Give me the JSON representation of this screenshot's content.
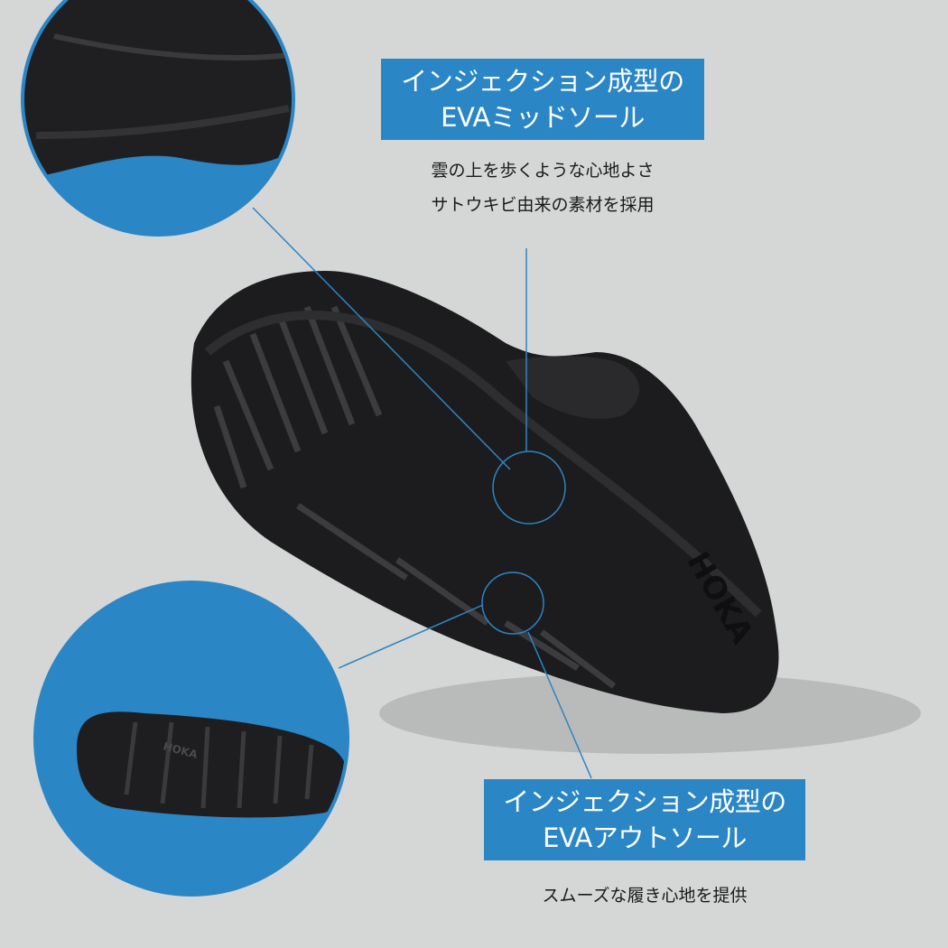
{
  "callouts": [
    {
      "title_line1": "インジェクション成型の",
      "title_line2": "EVAミッドソール",
      "desc": [
        "雲の上を歩くような心地よさ",
        "サトウキビ由来の素材を採用"
      ]
    },
    {
      "title_line1": "インジェクション成型の",
      "title_line2": "EVAアウトソール",
      "desc": [
        "スムーズな履き心地を提供"
      ]
    }
  ],
  "brand_logo": "HOKA",
  "colors": {
    "background": "#d5d7d6",
    "accent_blue": "#2b86c5",
    "shoe": "#1c1c1e"
  }
}
